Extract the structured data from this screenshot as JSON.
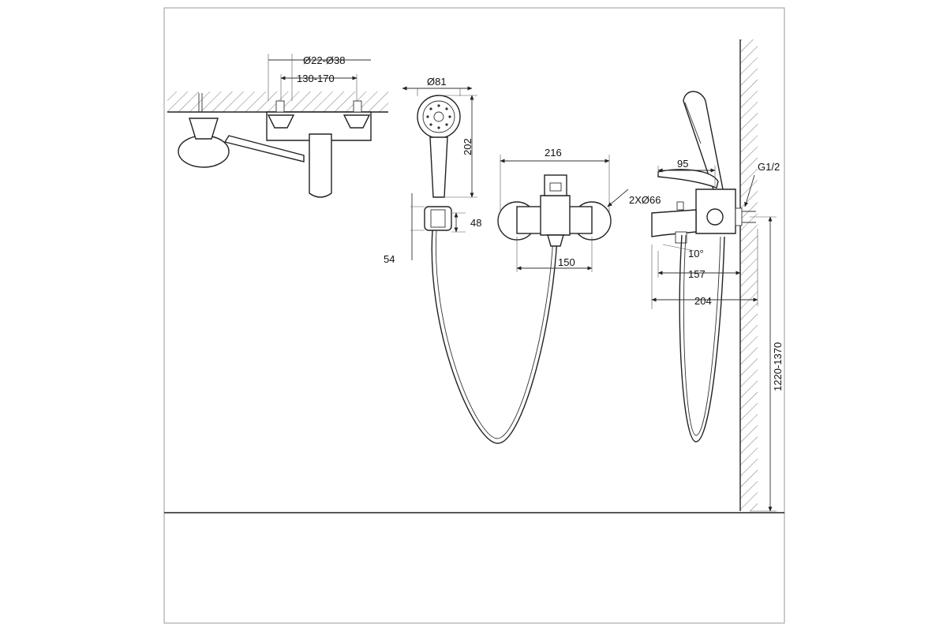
{
  "dimensions": {
    "inlet_diameter": "Ø22-Ø38",
    "center_distance_top": "130-170",
    "head_diameter": "Ø81",
    "head_length": "202",
    "holder_height": "48",
    "holder_offset": "54",
    "body_width": "216",
    "flange_diameter": "2XØ66",
    "connection_spacing": "150",
    "lever_length": "95",
    "thread": "G1/2",
    "spout_angle": "10°",
    "spout_reach": "157",
    "total_depth": "204",
    "mount_height": "1220-1370"
  }
}
